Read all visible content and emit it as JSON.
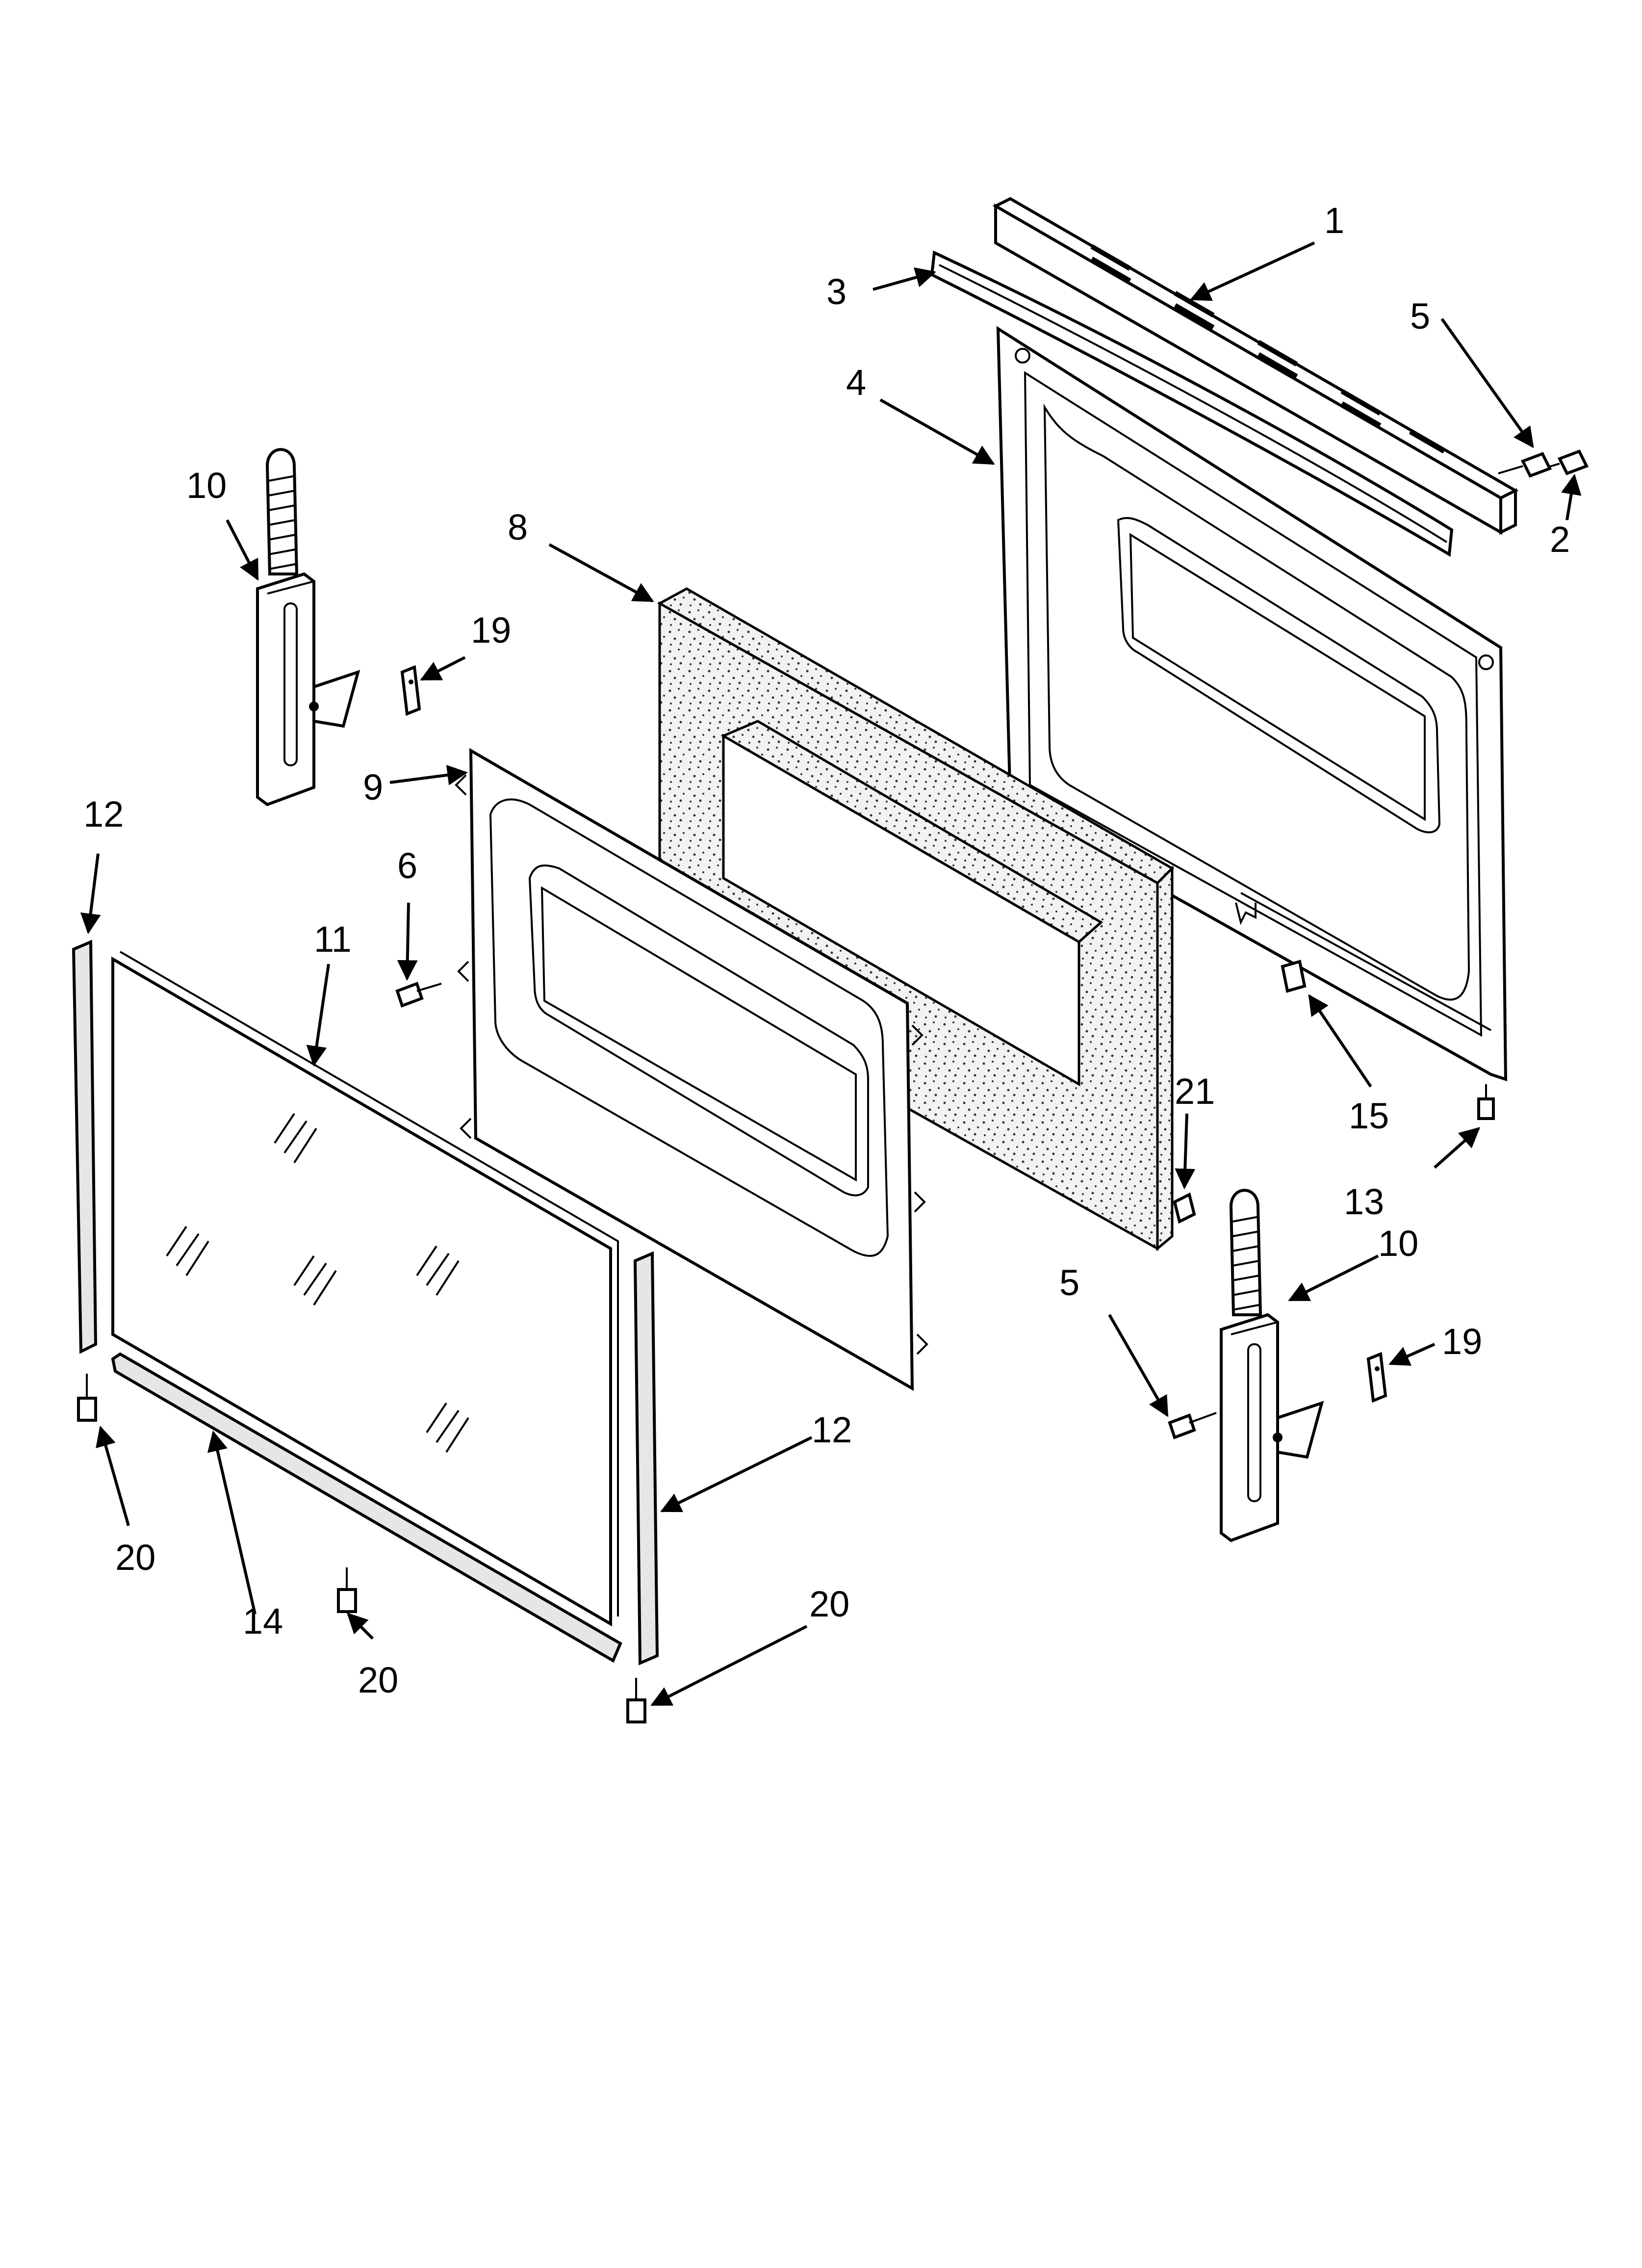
{
  "callouts": {
    "c1": "1",
    "c2": "2",
    "c3": "3",
    "c4": "4",
    "c5a": "5",
    "c5b": "5",
    "c6": "6",
    "c8": "8",
    "c9": "9",
    "c10a": "10",
    "c10b": "10",
    "c11": "11",
    "c12a": "12",
    "c12b": "12",
    "c13": "13",
    "c14": "14",
    "c15": "15",
    "c19a": "19",
    "c19b": "19",
    "c20a": "20",
    "c20b": "20",
    "c20c": "20",
    "c21": "21"
  }
}
